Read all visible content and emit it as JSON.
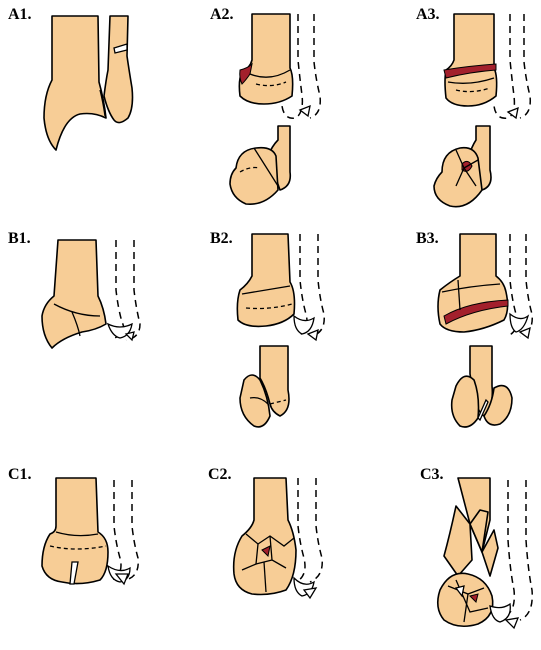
{
  "figure": {
    "labels": {
      "a1": "A1.",
      "a2": "A2.",
      "a3": "A3.",
      "b1": "B1.",
      "b2": "B2.",
      "b3": "B3.",
      "c1": "C1.",
      "c2": "C2.",
      "c3": "C3."
    },
    "colors": {
      "bone": "#f7cd96",
      "fracture_red": "#a3202c",
      "outline": "#000000",
      "background": "#ffffff"
    }
  }
}
